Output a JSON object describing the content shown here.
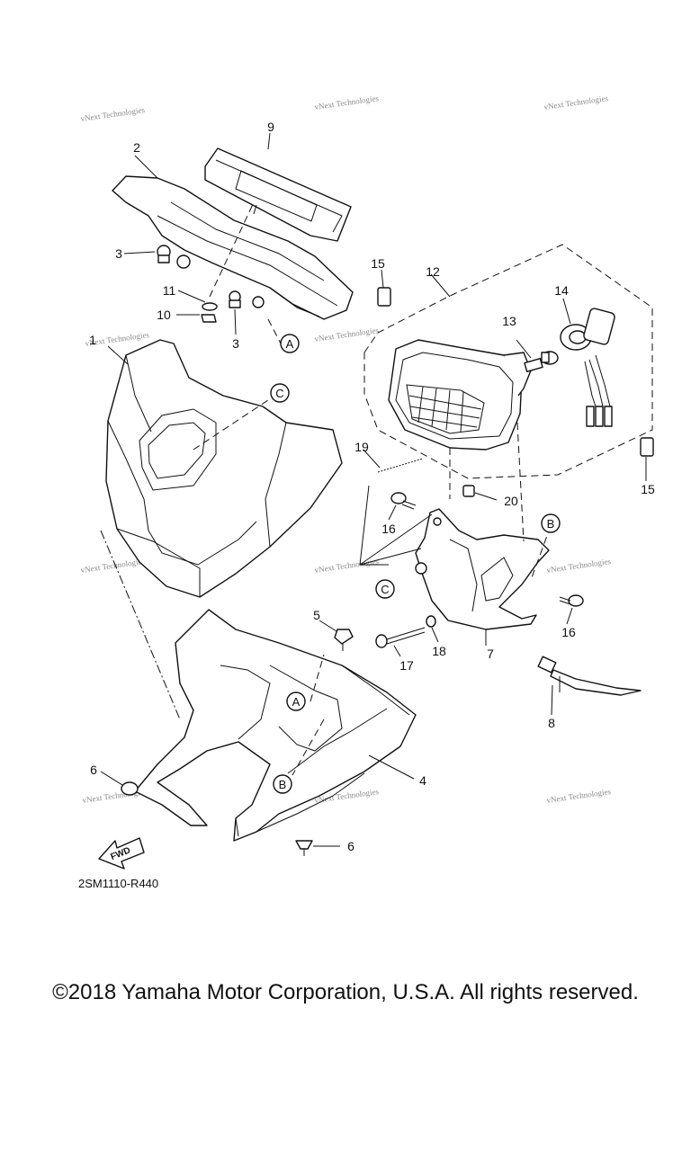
{
  "diagram": {
    "code": "2SM1110-R440",
    "fwd_label": "FWD",
    "watermark": "vNext Technologies",
    "callouts": [
      "1",
      "2",
      "3",
      "3",
      "4",
      "5",
      "6",
      "6",
      "7",
      "8",
      "9",
      "10",
      "11",
      "12",
      "13",
      "14",
      "15",
      "15",
      "16",
      "16",
      "17",
      "18",
      "19",
      "20"
    ],
    "ref_letters": [
      "A",
      "A",
      "B",
      "B",
      "C",
      "C"
    ]
  },
  "footer": {
    "copyright": "©2018 Yamaha Motor Corporation, U.S.A. All rights reserved."
  }
}
